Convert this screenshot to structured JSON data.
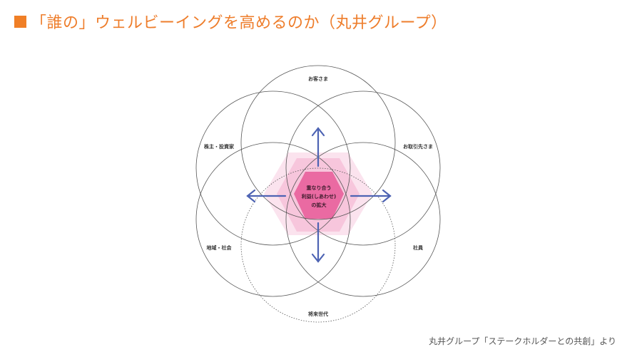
{
  "header": {
    "title": "「誰の」ウェルビーイングを高めるのか（丸井グループ）"
  },
  "diagram": {
    "stakeholders": [
      {
        "label": "お客さま",
        "style": "solid"
      },
      {
        "label": "お取引先さま",
        "style": "solid"
      },
      {
        "label": "社員",
        "style": "solid"
      },
      {
        "label": "将来世代",
        "style": "dotted"
      },
      {
        "label": "地域・社会",
        "style": "solid"
      },
      {
        "label": "株主・投資家",
        "style": "solid"
      }
    ],
    "center_lines": [
      "重なり合う",
      "利益(しあわせ)",
      "の拡大"
    ],
    "colors": {
      "accent": "#ee7d2b",
      "arrow": "#4d63b3",
      "center": "#ea6aa2",
      "glow": "#f7c6dc"
    }
  },
  "footer": {
    "source": "丸井グループ「ステークホルダーとの共創」より"
  }
}
